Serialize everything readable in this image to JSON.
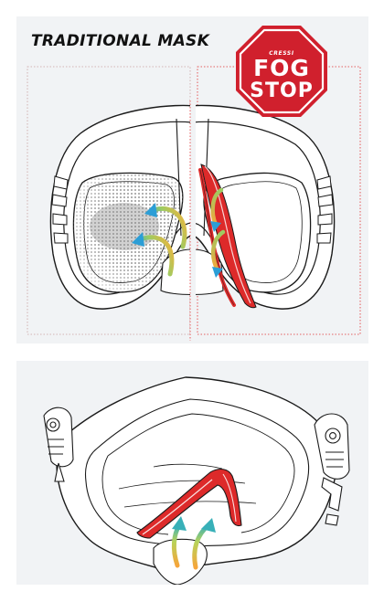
{
  "heading": {
    "title": "TRADITIONAL MASK"
  },
  "badge": {
    "brand": "CRESSI",
    "line1": "FOG",
    "line2": "STOP"
  },
  "colors": {
    "panel_bg": "#f1f3f5",
    "badge_red": "#d0202d",
    "channel_red": "#dd2a2a",
    "warm_arrow": "#f29a2e",
    "cool_arrow": "#2f9fd0",
    "fog_gray": "#9a9a9a",
    "divider_red": "#e03030"
  },
  "icons": {
    "badge_shape": "octagon-stop-sign",
    "fog_pattern": "dotted-halftone",
    "airflow": "curved-gradient-arrow"
  }
}
